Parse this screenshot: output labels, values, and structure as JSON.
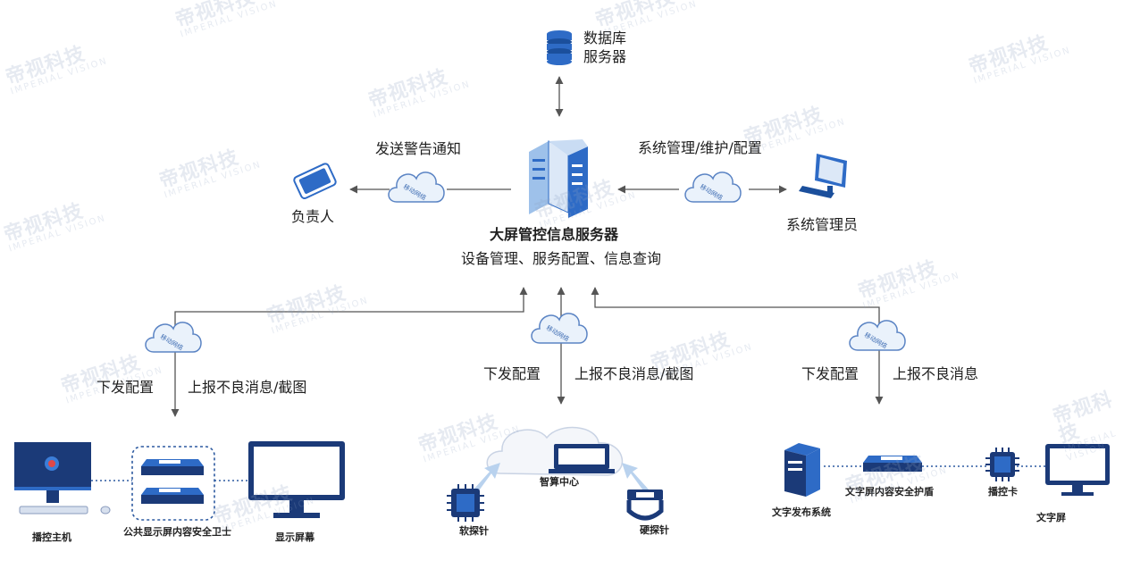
{
  "colors": {
    "line": "#555555",
    "dotted": "#2d5aa0",
    "navy": "#1b3a78",
    "blue": "#2e6bc6",
    "light_blue": "#dce8f7",
    "cloud_fill": "#eaf2fb",
    "cloud_stroke": "#5b84c4",
    "watermark": "#8fa3c4"
  },
  "watermark": {
    "cn": "帝视科技",
    "en": "IMPERIAL VISION"
  },
  "top": {
    "database_label_1": "数据库",
    "database_label_2": "服务器",
    "warning_label": "发送警告通知",
    "mgmt_label": "系统管理/维护/配置",
    "owner_label": "负责人",
    "admin_label": "系统管理员",
    "server_title": "大屏管控信息服务器",
    "server_subtitle": "设备管理、服务配置、信息查询",
    "cloud_text": "移动网络"
  },
  "links": {
    "left_down": "下发配置",
    "left_up": "上报不良消息/截图",
    "center_down": "下发配置",
    "center_up": "上报不良消息/截图",
    "right_down": "下发配置",
    "right_up": "上报不良消息"
  },
  "bottom_left": {
    "host": "播控主机",
    "guard": "公共显示屏内容安全卫士",
    "screen": "显示屏幕"
  },
  "bottom_center": {
    "center": "智算中心",
    "soft": "软探针",
    "hard": "硬探针"
  },
  "bottom_right": {
    "publish": "文字发布系统",
    "shield": "文字屏内容安全护盾",
    "card": "播控卡",
    "text_screen": "文字屏"
  }
}
